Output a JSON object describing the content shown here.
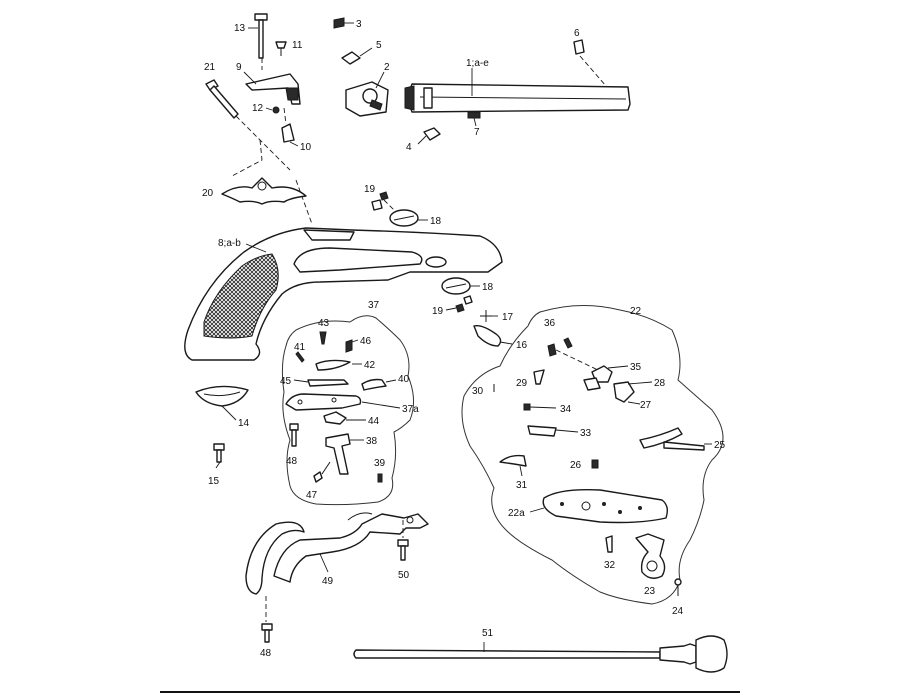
{
  "labels": {
    "l1": "1;a-e",
    "l2": "2",
    "l3": "3",
    "l4": "4",
    "l5": "5",
    "l6": "6",
    "l7": "7",
    "l8": "8;a-b",
    "l9": "9",
    "l10": "10",
    "l11": "11",
    "l12": "12",
    "l13": "13",
    "l14": "14",
    "l15": "15",
    "l16": "16",
    "l17": "17",
    "l18a": "18",
    "l18b": "18",
    "l19a": "19",
    "l19b": "19",
    "l20": "20",
    "l21": "21",
    "l22": "22",
    "l22a": "22a",
    "l23": "23",
    "l24": "24",
    "l25": "25",
    "l26": "26",
    "l27": "27",
    "l28": "28",
    "l29": "29",
    "l30": "30",
    "l31": "31",
    "l32": "32",
    "l33": "33",
    "l34": "34",
    "l35": "35",
    "l36": "36",
    "l37": "37",
    "l37a": "37a",
    "l38": "38",
    "l39": "39",
    "l40": "40",
    "l41": "41",
    "l42": "42",
    "l43": "43",
    "l44": "44",
    "l45": "45",
    "l46": "46",
    "l47": "47",
    "l48a": "48",
    "l48b": "48",
    "l49": "49",
    "l50": "50",
    "l51": "51"
  }
}
